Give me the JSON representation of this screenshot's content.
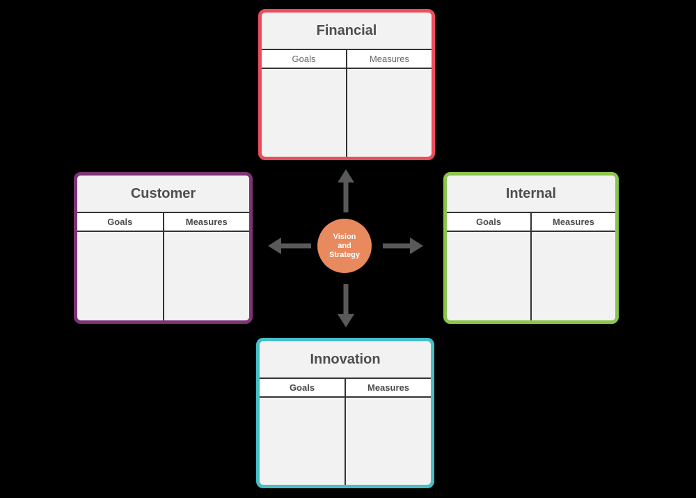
{
  "diagram": {
    "name": "balanced-scorecard",
    "background_color": "#000000",
    "arrow_color": "#595959",
    "divider_color": "#333333",
    "panel_fill": "#f2f2f2",
    "header_row_fill": "#ffffff"
  },
  "panels": {
    "financial": {
      "title": "Financial",
      "border_color": "#ed4c5c",
      "columns": [
        "Goals",
        "Measures"
      ]
    },
    "customer": {
      "title": "Customer",
      "border_color": "#7e3375",
      "columns": [
        "Goals",
        "Measures"
      ]
    },
    "internal": {
      "title": "Internal",
      "border_color": "#8dc44e",
      "columns": [
        "Goals",
        "Measures"
      ]
    },
    "innovation": {
      "title": "Innovation",
      "border_color": "#45bfc8",
      "columns": [
        "Goals",
        "Measures"
      ]
    }
  },
  "center": {
    "line1": "Vision",
    "line2": "and",
    "line3": "Strategy",
    "fill_color": "#e9895e",
    "text_color": "#ffffff"
  }
}
